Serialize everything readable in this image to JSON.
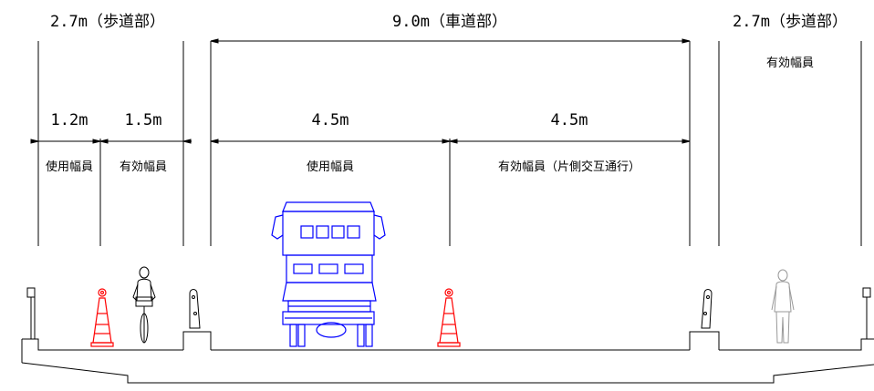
{
  "top_widths": {
    "left_sidewalk": "2.7m（歩道部）",
    "roadway": "9.0m（車道部）",
    "right_sidewalk": "2.7m（歩道部）"
  },
  "sub_widths": {
    "left_used": "1.2m",
    "left_effective": "1.5m",
    "road_used": "4.5m",
    "road_effective": "4.5m"
  },
  "zone_labels": {
    "left_used": "使用幅員",
    "left_effective": "有効幅員",
    "road_used": "使用幅員",
    "road_effective": "有効幅員（片側交互通行）",
    "right_effective": "有効幅員"
  },
  "colors": {
    "line": "#000000",
    "truck": "#0000ff",
    "cone": "#ff0000",
    "pedestrian": "#999999"
  },
  "icons": [
    "traffic-cone-icon",
    "cyclist-icon",
    "truck-icon",
    "pedestrian-icon"
  ]
}
